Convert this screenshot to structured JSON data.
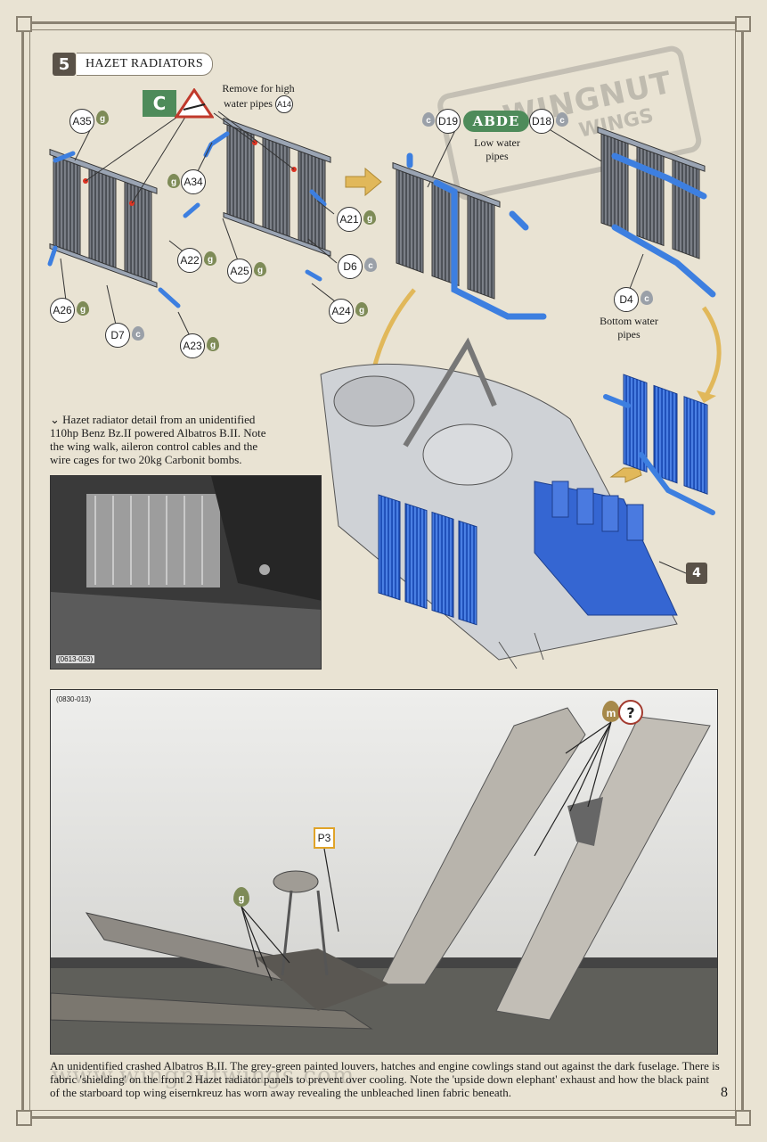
{
  "step": {
    "number": "5",
    "title": "HAZET RADIATORS",
    "subassembly_ref": "4"
  },
  "instructions": {
    "remove_note": "Remove for high water pipes",
    "remove_part": "A14",
    "color_flag": "C",
    "marking_pill": "ABDE",
    "low_pipes": "Low water pipes",
    "bottom_pipes": "Bottom water pipes"
  },
  "parts": [
    {
      "id": "A35",
      "paint": "g"
    },
    {
      "id": "A34",
      "paint": "g"
    },
    {
      "id": "A21",
      "paint": "g"
    },
    {
      "id": "A22",
      "paint": "g"
    },
    {
      "id": "A25",
      "paint": "g"
    },
    {
      "id": "D6",
      "paint": "c"
    },
    {
      "id": "A26",
      "paint": "g"
    },
    {
      "id": "D7",
      "paint": "c"
    },
    {
      "id": "A24",
      "paint": "g"
    },
    {
      "id": "A23",
      "paint": "g"
    },
    {
      "id": "D19",
      "paint": "c"
    },
    {
      "id": "D18",
      "paint": "c"
    },
    {
      "id": "D4",
      "paint": "c"
    }
  ],
  "photo1": {
    "caption": "Hazet radiator detail from an unidentified 110hp Benz Bz.II powered Albatros B.II. Note the wing walk, aileron control cables and the wire cages for two 20kg Carbonit bombs.",
    "code": "(0613-053)"
  },
  "photo2": {
    "code": "(0830-013)",
    "tag_p3": "P3",
    "drop_m": "m",
    "drop_g": "g",
    "question": "?"
  },
  "bottom_caption": "An unidentified crashed Albatros B.II. The grey-green painted louvers, hatches and engine cowlings stand out against the dark fuselage. There is fabric 'shielding' on the front 2 Hazet radiator panels to prevent over cooling. Note the 'upside down elephant' exhaust and how the black paint of the starboard top wing eisernkreuz has worn away revealing the unbleached linen fabric beneath.",
  "page_number": "8",
  "logo": {
    "line1": "WINGNUT",
    "line2": "WINGS"
  },
  "url_watermark": "www.wingnutwings.com",
  "colors": {
    "paint_g": "#7e8b57",
    "paint_c": "#9aa0a8",
    "paint_m": "#a6894a",
    "accent_green": "#4e8b5a",
    "highlight_blue": "#2f6fd6"
  }
}
